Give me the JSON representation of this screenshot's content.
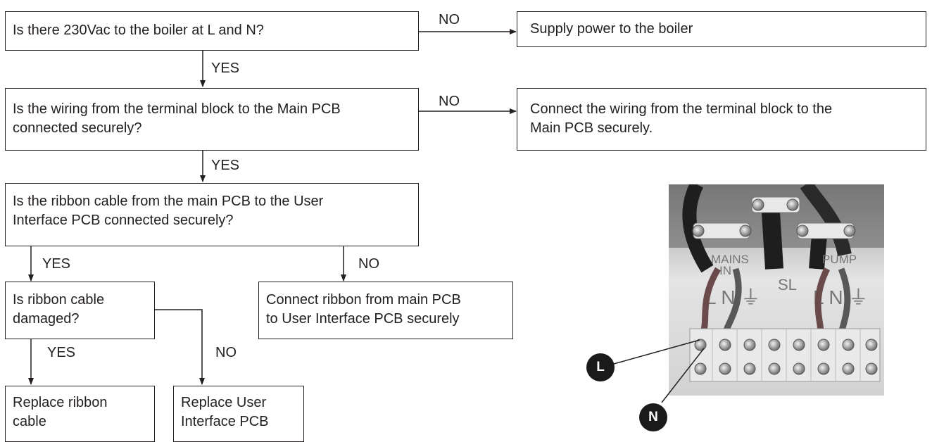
{
  "boxes": {
    "q_supply": "Is there 230Vac to the boiler at L and N?",
    "a_supply": "Supply power to the boiler",
    "q_wiring": "Is the wiring from the terminal block to the Main PCB\nconnected securely?",
    "a_wiring": "Connect the wiring from the terminal block to the\nMain PCB securely.",
    "q_ribbon": "Is the ribbon cable from the main PCB to the User\nInterface PCB connected securely?",
    "a_ribbon": "Connect ribbon from main PCB\nto User Interface PCB securely",
    "q_damaged": "Is ribbon cable\ndamaged?",
    "a_replace_cable": "Replace ribbon\ncable",
    "a_replace_ui": "Replace User\nInterface PCB"
  },
  "labels": {
    "no1": "NO",
    "yes1": "YES",
    "no2": "NO",
    "yes2": "YES",
    "yes3": "YES",
    "no3": "NO",
    "yes4": "YES",
    "no4": "NO"
  },
  "photo": {
    "terminal_text_mains": "MAINS",
    "terminal_text_in": "IN",
    "terminal_text_pump": "PUMP",
    "terminal_text_sl": "SL",
    "marker_l": "L",
    "marker_n": "N"
  }
}
